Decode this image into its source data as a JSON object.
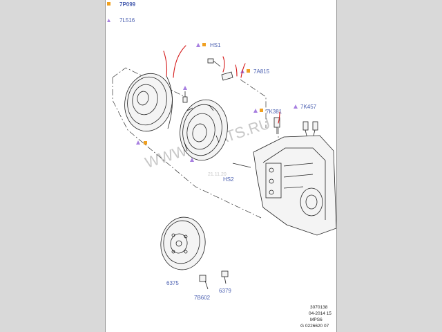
{
  "callouts": {
    "legend_square": "7P099",
    "legend_triangle": "7L516",
    "hs1": "HS1",
    "c_7a815": "7A815",
    "c_7k381": "7K381",
    "c_7k457": "7K457",
    "hs2": "HS2",
    "c_6375": "6375",
    "c_6379": "6379",
    "c_7b602": "7B602"
  },
  "watermark": {
    "text": "WWW.ELCATS.RU",
    "date": "21.11.20"
  },
  "title_block": {
    "line1": "3070138",
    "line2": "04-2014 15",
    "line3": "MPS6",
    "line4": "G 0226620 07"
  },
  "colors": {
    "callout_blue": "#4a5fb0",
    "triangle_purple": "#a77fe0",
    "square_orange": "#f0a020",
    "annotation_red": "#d41818"
  },
  "icons": [
    "triangle-marker-icon",
    "square-marker-icon"
  ]
}
